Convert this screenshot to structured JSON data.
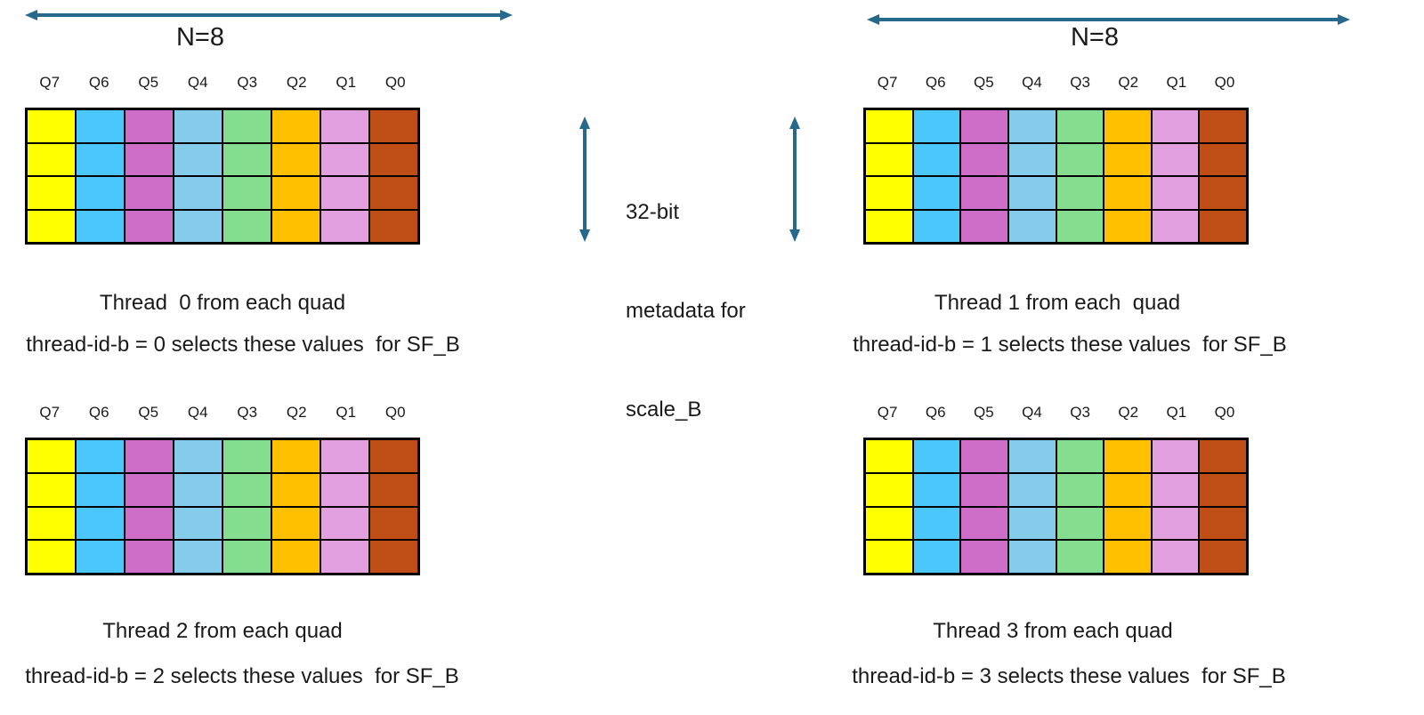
{
  "colors": {
    "arrow": "#26698C",
    "text": "#1A1A1A",
    "grid-border": "#000000"
  },
  "grid": {
    "columns": [
      "Q7",
      "Q6",
      "Q5",
      "Q4",
      "Q3",
      "Q2",
      "Q1",
      "Q0"
    ],
    "column_colors": [
      "#FFFF00",
      "#4CC7FB",
      "#CE6EC8",
      "#84CCE9",
      "#85DD8F",
      "#FFC000",
      "#E2A0E0",
      "#BF4E16"
    ],
    "rows": 4
  },
  "width_label": "N=8",
  "metadata_note": {
    "lines": [
      "32-bit",
      "metadata for",
      "scale_B"
    ]
  },
  "panels": [
    {
      "caption_line1": "Thread  0 from each quad",
      "caption_line2": "thread-id-b = 0 selects these values  for SF_B"
    },
    {
      "caption_line1": "Thread 1 from each  quad",
      "caption_line2": "thread-id-b = 1 selects these values  for SF_B"
    },
    {
      "caption_line1": "Thread 2 from each quad",
      "caption_line2": "thread-id-b = 2 selects these values  for SF_B"
    },
    {
      "caption_line1": "Thread 3 from each quad",
      "caption_line2": "thread-id-b = 3 selects these values  for SF_B"
    }
  ]
}
